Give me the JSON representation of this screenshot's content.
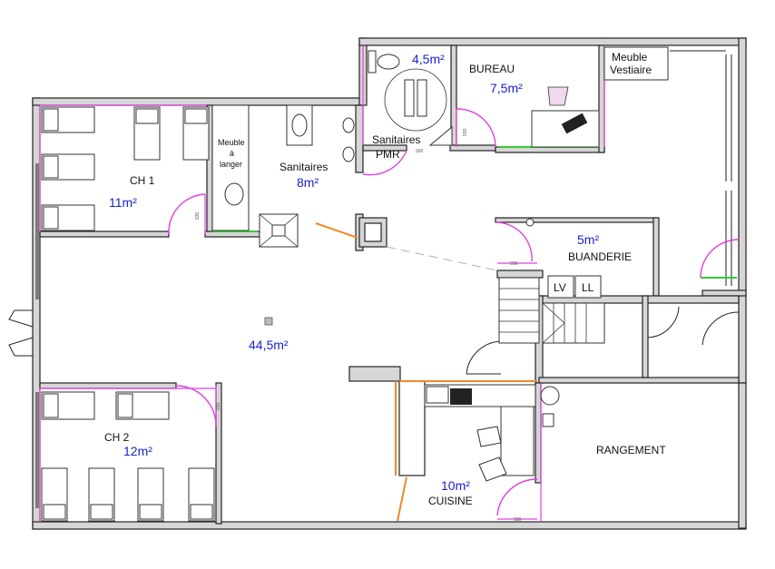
{
  "rooms": {
    "ch1": {
      "name": "CH 1",
      "area": "11m²"
    },
    "ch2": {
      "name": "CH 2",
      "area": "12m²"
    },
    "sanitaires": {
      "name": "Sanitaires",
      "area": "8m²"
    },
    "meuble_langer": {
      "line1": "Meuble",
      "line2": "à",
      "line3": "langer"
    },
    "sanitaires_pmr": {
      "line1": "Sanitaires",
      "line2": "PMR",
      "area": "4,5m²"
    },
    "bureau": {
      "name": "BUREAU",
      "area": "7,5m²"
    },
    "meuble_vestiaire": {
      "line1": "Meuble",
      "line2": "Vestiaire"
    },
    "buanderie": {
      "name": "BUANDERIE",
      "area": "5m²"
    },
    "main": {
      "area": "44,5m²"
    },
    "cuisine": {
      "name": "CUISINE",
      "area": "10m²"
    },
    "rangement": {
      "name": "RANGEMENT"
    }
  },
  "appliances": {
    "lv": "LV",
    "ll": "LL"
  },
  "door_marks": [
    "930",
    "930",
    "930",
    "930",
    "930",
    "930"
  ],
  "colors": {
    "wall": "#d6d6d6",
    "door": "#e040e0",
    "area_text": "#1a22c8",
    "window": "#33cc33",
    "kitchen_line": "#f08a24"
  }
}
